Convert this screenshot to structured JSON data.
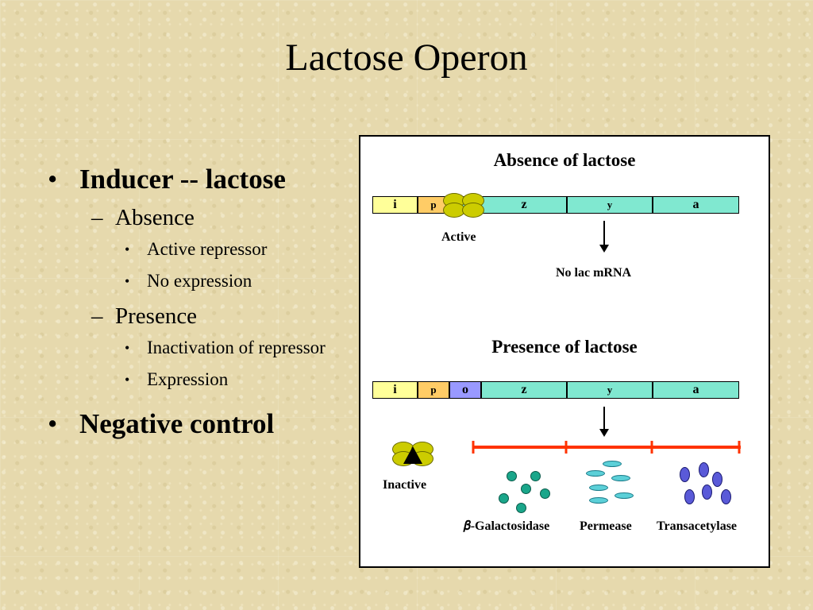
{
  "slide": {
    "title": "Lactose Operon"
  },
  "bullets": {
    "inducer": "Inducer -- lactose",
    "absence": "Absence",
    "absence_items": [
      "Active repressor",
      "No expression"
    ],
    "presence": "Presence",
    "presence_items": [
      "Inactivation of repressor",
      "Expression"
    ],
    "negative": "Negative control"
  },
  "diagram": {
    "absence_title": "Absence of lactose",
    "presence_title": "Presence of lactose",
    "genes_top": [
      "i",
      "p",
      "z",
      "y",
      "a"
    ],
    "genes_bottom": [
      "i",
      "p",
      "o",
      "z",
      "y",
      "a"
    ],
    "active_label": "Active",
    "no_mrna_label": "No lac mRNA",
    "inactive_label": "Inactive",
    "products": [
      "𝛽-Galactosidase",
      "Permease",
      "Transacetylase"
    ],
    "colors": {
      "i": "#ffff99",
      "p": "#ffcc66",
      "o": "#9999ff",
      "gene": "#80e8d0",
      "mrna": "#ff3300",
      "repressor": "#cccc00"
    }
  }
}
